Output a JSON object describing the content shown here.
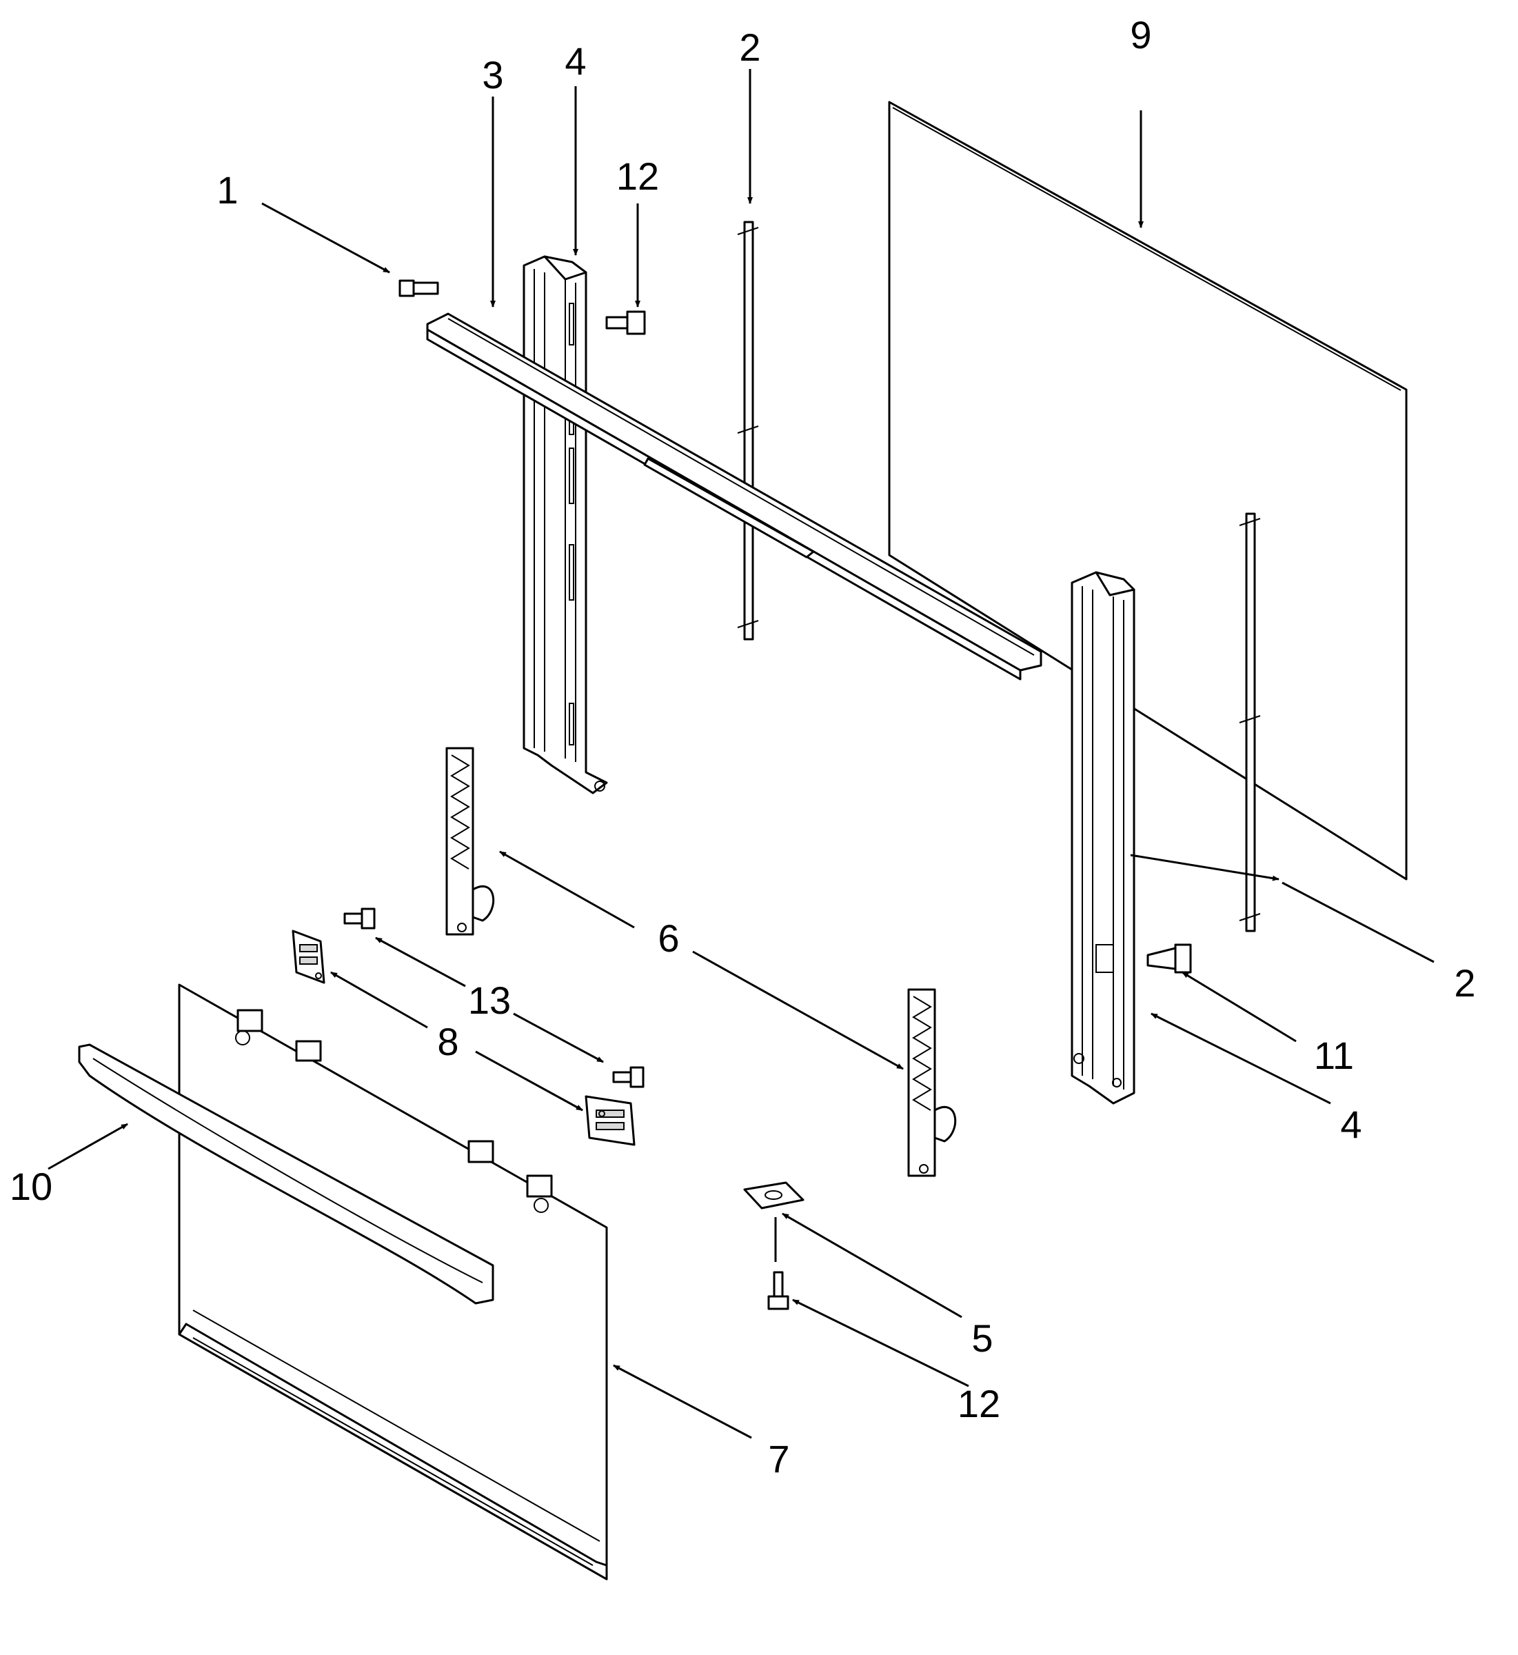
{
  "diagram": {
    "callouts": [
      {
        "id": "c1",
        "number": "1"
      },
      {
        "id": "c2a",
        "number": "2"
      },
      {
        "id": "c2b",
        "number": "2"
      },
      {
        "id": "c3",
        "number": "3"
      },
      {
        "id": "c4a",
        "number": "4"
      },
      {
        "id": "c4b",
        "number": "4"
      },
      {
        "id": "c5",
        "number": "5"
      },
      {
        "id": "c6",
        "number": "6"
      },
      {
        "id": "c7",
        "number": "7"
      },
      {
        "id": "c8",
        "number": "8"
      },
      {
        "id": "c9",
        "number": "9"
      },
      {
        "id": "c10",
        "number": "10"
      },
      {
        "id": "c11",
        "number": "11"
      },
      {
        "id": "c12a",
        "number": "12"
      },
      {
        "id": "c12b",
        "number": "12"
      },
      {
        "id": "c13",
        "number": "13"
      }
    ]
  }
}
